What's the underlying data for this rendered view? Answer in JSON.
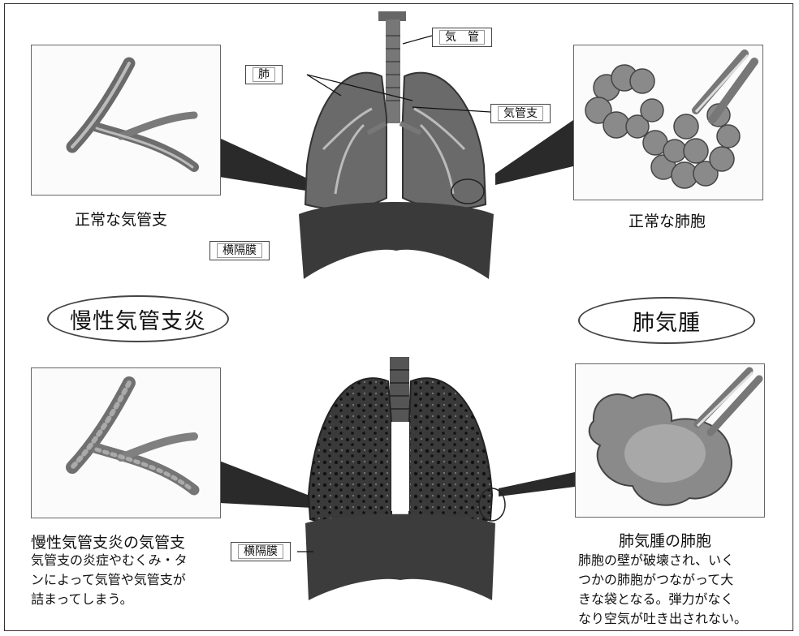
{
  "diagram": {
    "top": {
      "labels": {
        "trachea": "気　管",
        "lung": "肺",
        "bronchus": "気管支",
        "diaphragm": "横隔膜"
      },
      "left_caption": "正常な気管支",
      "right_caption": "正常な肺胞"
    },
    "left_disease": "慢性気管支炎",
    "right_disease": "肺気腫",
    "bottom": {
      "labels": {
        "diaphragm": "横隔膜"
      },
      "left_caption": "慢性気管支炎の気管支",
      "left_desc": "気管支の炎症やむくみ・タ\nンによって気管や気管支が\n詰まってしまう。",
      "right_caption": "肺気腫の肺胞",
      "right_desc": "肺胞の壁が破壊され、いく\nつかの肺胞がつながって大\nきな袋となる。弾力がなく\nなり空気が吐き出されない。"
    }
  }
}
